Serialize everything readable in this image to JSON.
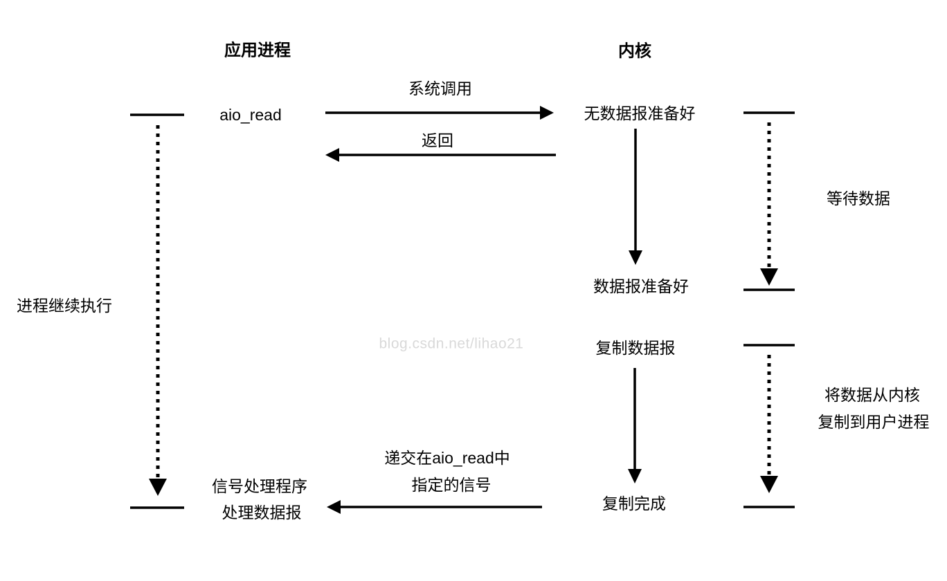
{
  "headers": {
    "app": "应用进程",
    "kernel": "内核"
  },
  "app_column": {
    "call_label": "aio_read",
    "continue_label": "进程继续执行",
    "handler_line1": "信号处理程序",
    "handler_line2": "处理数据报"
  },
  "messages": {
    "syscall": "系统调用",
    "return": "返回",
    "signal_line1": "递交在aio_read中",
    "signal_line2": "指定的信号"
  },
  "kernel_column": {
    "no_datagram": "无数据报准备好",
    "datagram_ready": "数据报准备好",
    "copy_datagram": "复制数据报",
    "copy_complete": "复制完成",
    "wait_data": "等待数据",
    "copy_note_line1": "将数据从内核",
    "copy_note_line2": "复制到用户进程"
  },
  "watermark": "blog.csdn.net/lihao21",
  "colors": {
    "ink": "#000000",
    "watermark": "#d9d9d9",
    "background": "#ffffff"
  }
}
